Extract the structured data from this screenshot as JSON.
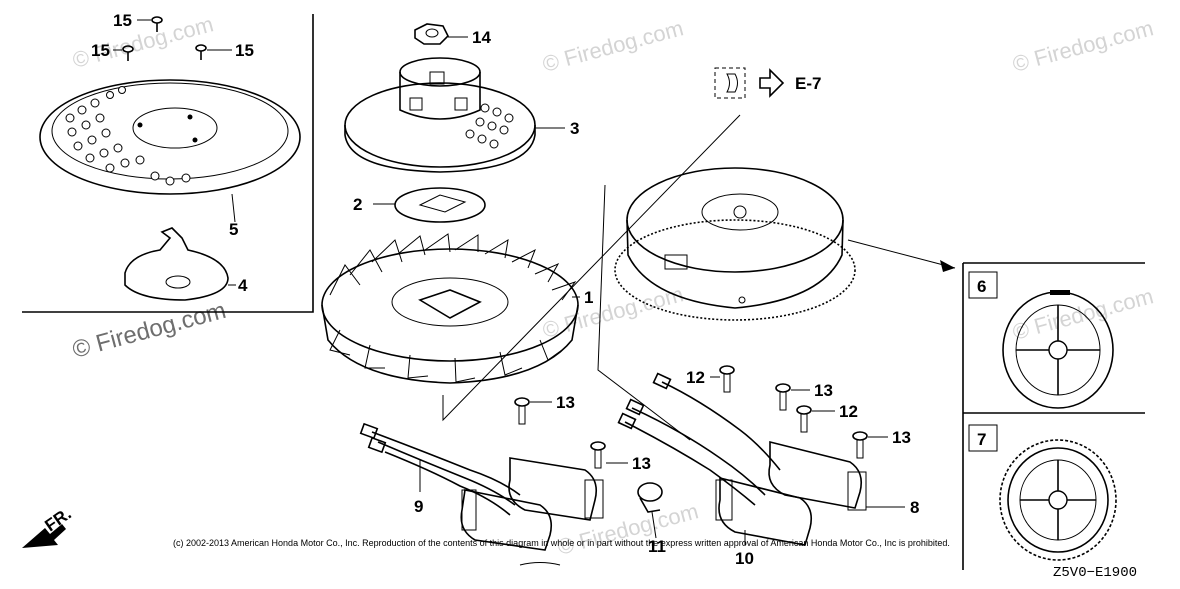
{
  "callouts": {
    "c1": "1",
    "c2": "2",
    "c3": "3",
    "c4": "4",
    "c5": "5",
    "c6": "6",
    "c7": "7",
    "c8": "8",
    "c9": "9",
    "c10": "10",
    "c11": "11",
    "c12a": "12",
    "c12b": "12",
    "c13a": "13",
    "c13b": "13",
    "c13c": "13",
    "c13d": "13",
    "c14": "14",
    "c15a": "15",
    "c15b": "15",
    "c15c": "15"
  },
  "reference": {
    "label": "E-7"
  },
  "direction": {
    "label": "FR."
  },
  "watermarks": [
    "© Firedog.com",
    "© Firedog.com",
    "© Firedog.com",
    "© Firedog.com",
    "© Firedog.com",
    "© Firedog.com",
    "© Firedog.com"
  ],
  "copyright": "(c) 2002-2013 American Honda Motor Co., Inc. Reproduction of the contents of this diagram in whole or in part without the express written approval of American Honda Motor Co., Inc is prohibited.",
  "diagram_code": "Z5V0−E1900",
  "icons": [
    "arrow-right-icon",
    "direction-arrow-icon"
  ]
}
